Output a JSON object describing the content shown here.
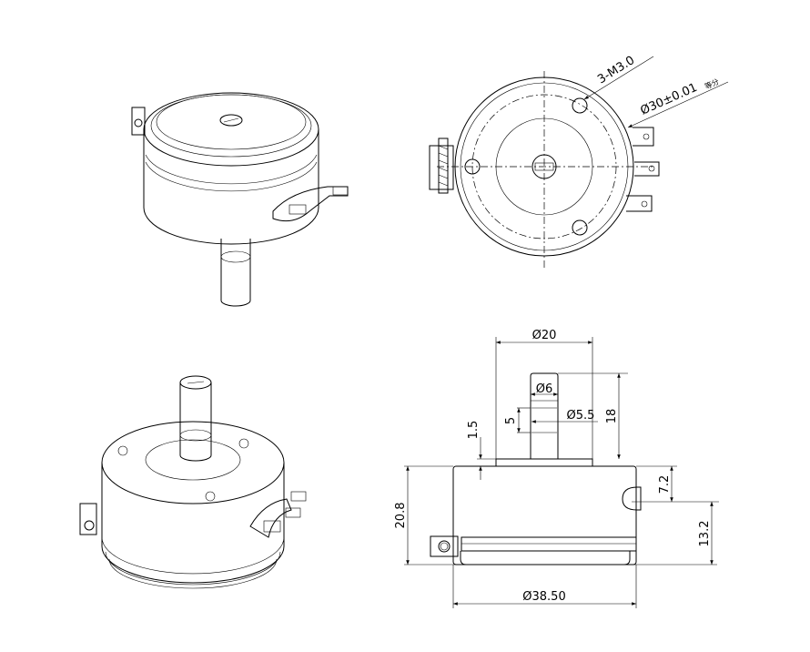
{
  "drawing": {
    "title": "Potentiometer outline drawing",
    "front_view": {
      "hole_callout": "3-M3.0",
      "diameter_callout": "Ø30±0.01",
      "diameter_suffix": "等分"
    },
    "side_view": {
      "dim_flange_diameter": "Ø20",
      "dim_shaft_diameter": "Ø6",
      "dim_groove_diameter": "Ø5.5",
      "dim_groove_width": "5",
      "dim_shaft_length": "18",
      "dim_flange_height": "1.5",
      "dim_body_height": "20.8",
      "dim_terminal_offset": "7.2",
      "dim_terminal_height": "13.2",
      "dim_body_diameter": "Ø38.50"
    }
  }
}
